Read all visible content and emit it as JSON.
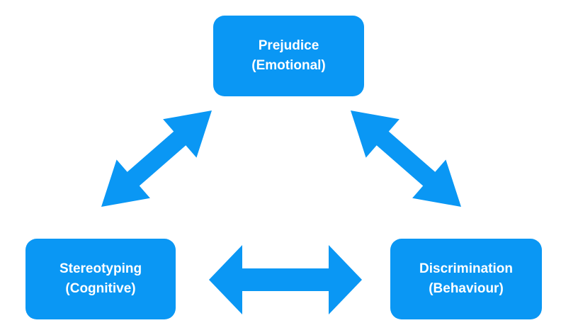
{
  "colors": {
    "node_fill": "#0A97F4",
    "arrow_fill": "#0A97F4",
    "text": "#FFFFFF",
    "background": "#FFFFFF"
  },
  "nodes": {
    "prejudice": {
      "title": "Prejudice",
      "subtitle": "(Emotional)"
    },
    "stereotyping": {
      "title": "Stereotyping",
      "subtitle": "(Cognitive)"
    },
    "discrimination": {
      "title": "Discrimination",
      "subtitle": "(Behaviour)"
    }
  },
  "connections": [
    {
      "from": "stereotyping",
      "to": "prejudice",
      "direction": "both"
    },
    {
      "from": "prejudice",
      "to": "discrimination",
      "direction": "both"
    },
    {
      "from": "stereotyping",
      "to": "discrimination",
      "direction": "both"
    }
  ]
}
